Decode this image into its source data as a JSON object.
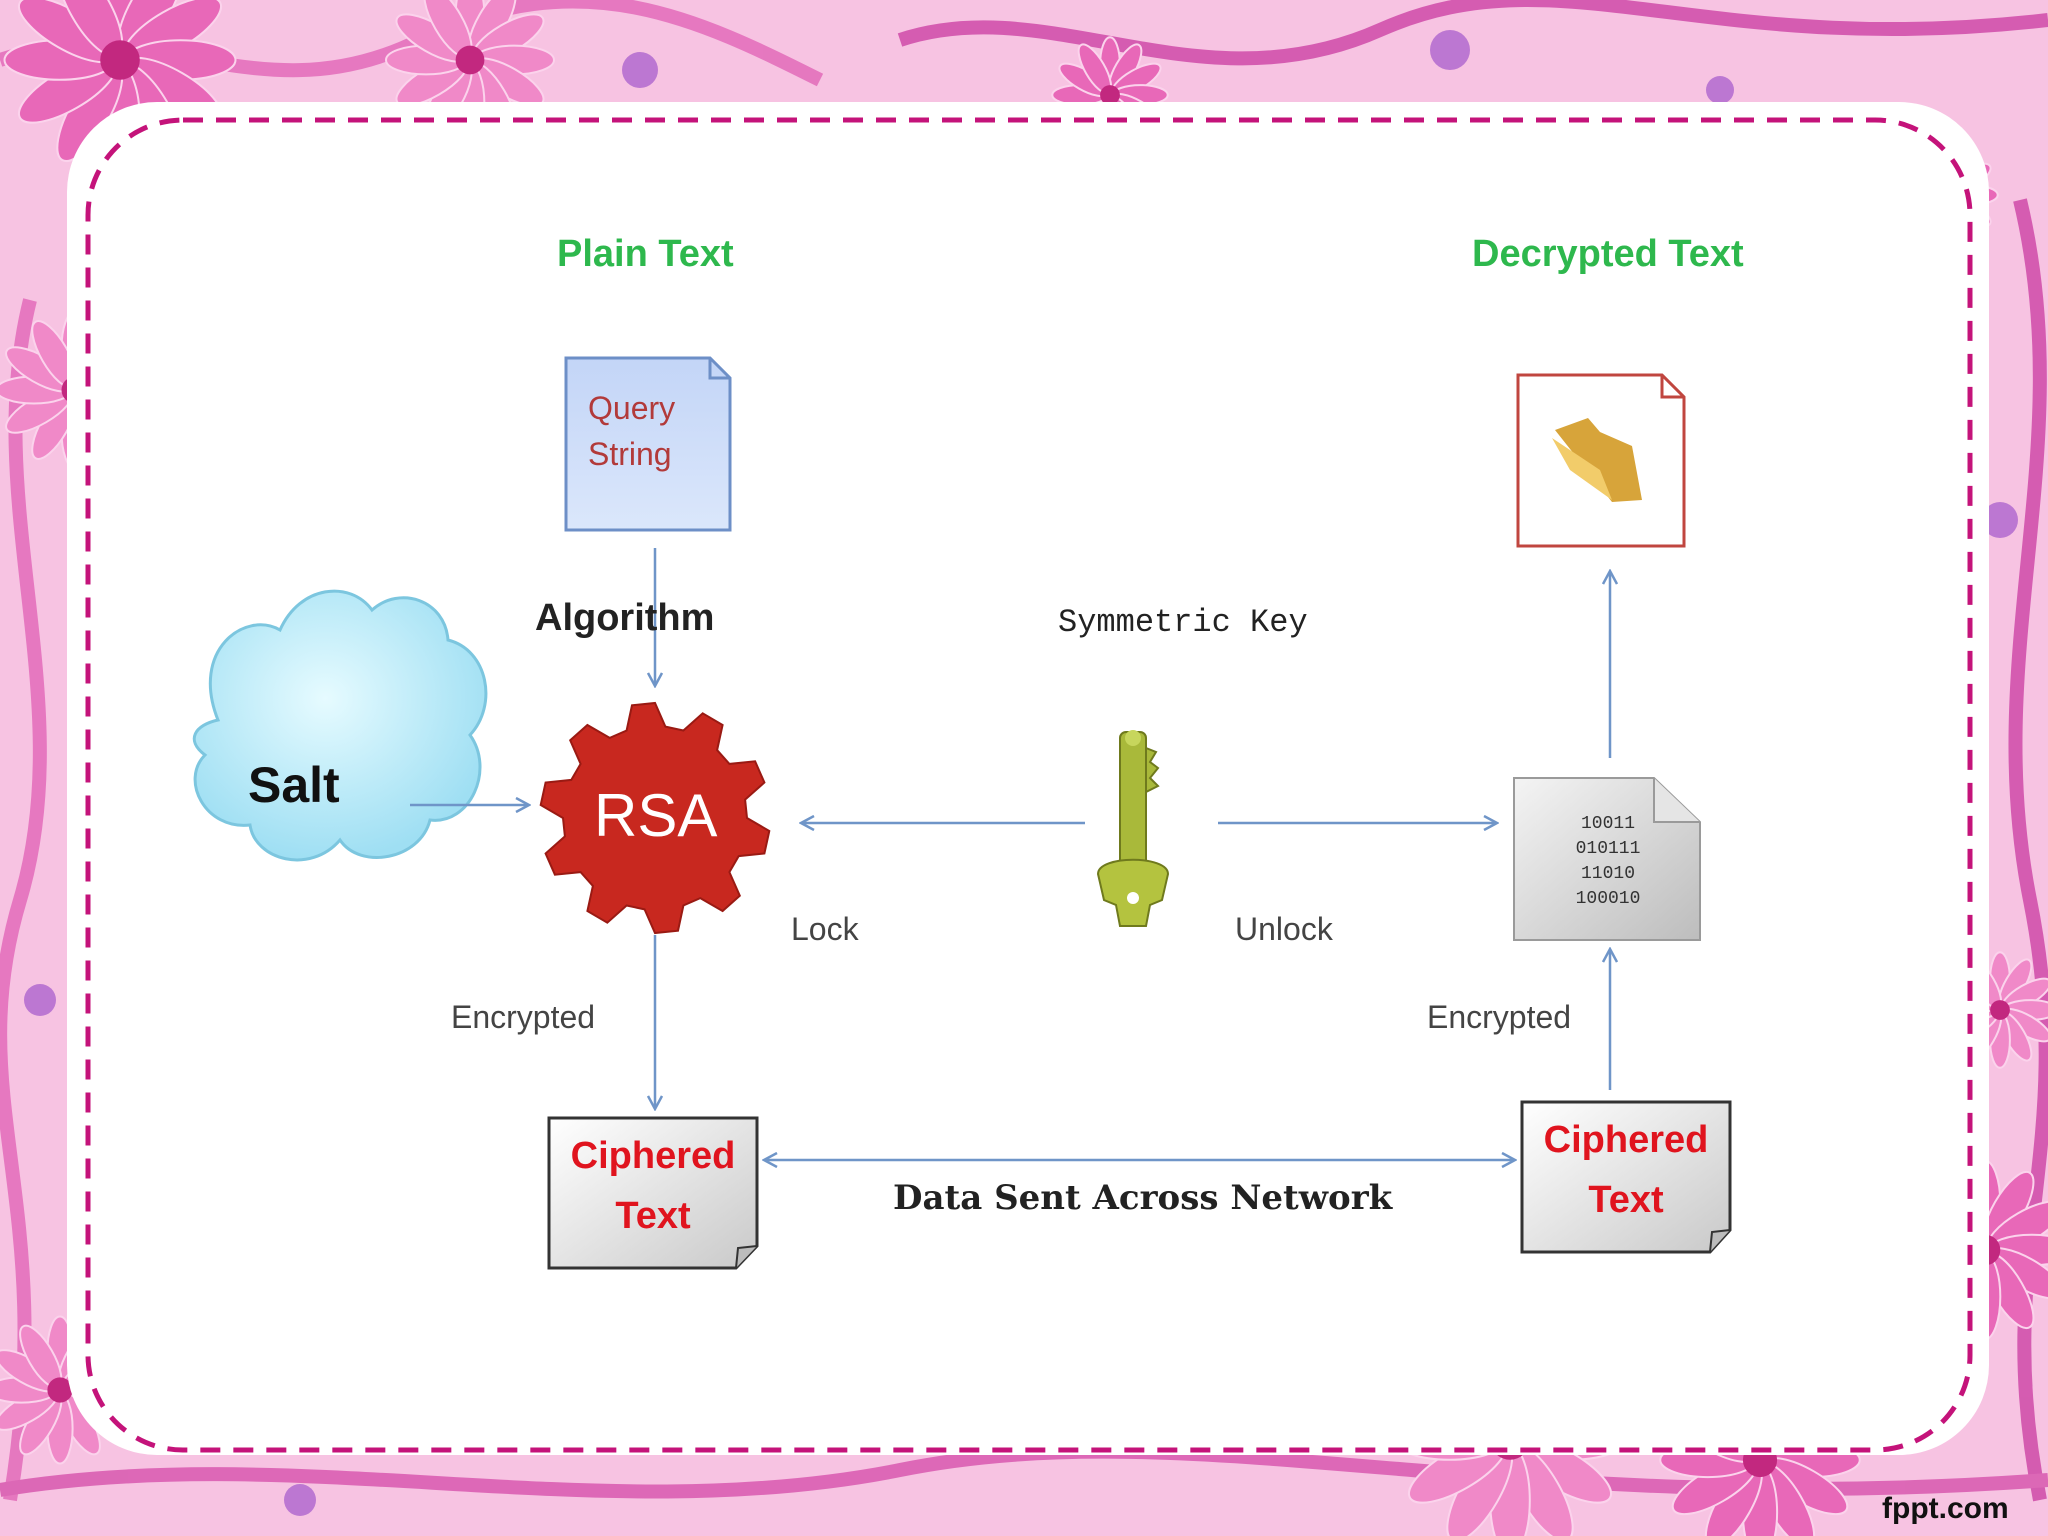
{
  "labels": {
    "plain_text": "Plain Text",
    "decrypted_text": "Decrypted Text",
    "query_string_line1": "Query",
    "query_string_line2": "String",
    "algorithm": "Algorithm",
    "symmetric_key": "Symmetric Key",
    "salt": "Salt",
    "rsa": "RSA",
    "lock": "Lock",
    "unlock": "Unlock",
    "encrypted_left": "Encrypted",
    "encrypted_right": "Encrypted",
    "ciphered_left_line1": "Ciphered",
    "ciphered_left_line2": "Text",
    "ciphered_right_line1": "Ciphered",
    "ciphered_right_line2": "Text",
    "data_sent": "Data Sent Across Network"
  },
  "binary_lines": [
    "10011",
    "010111",
    "11010",
    "100010"
  ],
  "watermark": "fppt.com",
  "colors": {
    "background": "#f7c3e2",
    "dashed_border": "#c4137a",
    "green_label": "#2eb84d",
    "arrow": "#6f95c8",
    "gear": "#c8281f",
    "cloud": "#b9ecf8",
    "key": "#a9b93a",
    "cipher_text": "#e0141e"
  },
  "icons": {
    "query_document": "document-icon",
    "decrypted_document": "folder-document-icon",
    "rsa": "gear-icon",
    "salt": "cloud-icon",
    "symmetric_key": "key-icon",
    "binary_file": "binary-file-icon"
  }
}
